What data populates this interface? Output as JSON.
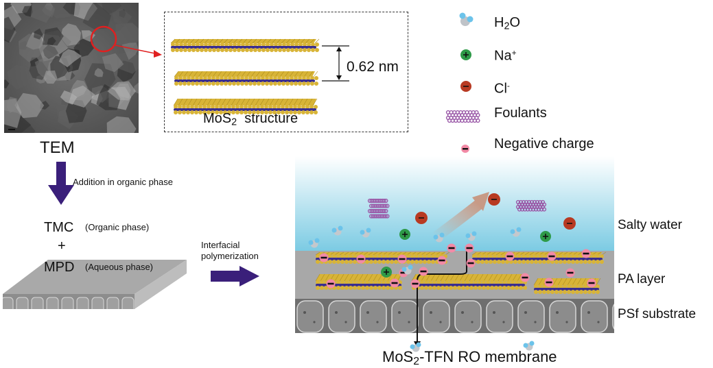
{
  "figure": {
    "tem": {
      "label": "TEM",
      "highlight_color": "#e02020"
    },
    "mos2_structure": {
      "caption_prefix": "MoS",
      "caption_sub": "2",
      "caption_suffix": "structure",
      "interlayer_spacing": "0.62 nm",
      "layer_count": 3,
      "sulfur_color": "#d8b437",
      "molybdenum_color": "#3b2f8f"
    },
    "legend": {
      "items": [
        {
          "icon": "water-molecule-icon",
          "label_main": "H",
          "label_sub": "2",
          "label_tail": "O",
          "label_sup": ""
        },
        {
          "icon": "sodium-ion-icon",
          "label_main": "Na",
          "label_sub": "",
          "label_tail": "",
          "label_sup": "+"
        },
        {
          "icon": "chloride-ion-icon",
          "label_main": "Cl",
          "label_sub": "",
          "label_tail": "",
          "label_sup": "-"
        },
        {
          "icon": "foulant-icon",
          "label_main": "Foulants",
          "label_sub": "",
          "label_tail": "",
          "label_sup": ""
        },
        {
          "icon": "negative-charge-icon",
          "label_main": "Negative charge",
          "label_sub": "",
          "label_tail": "",
          "label_sup": ""
        }
      ]
    },
    "process": {
      "step1": "Addition in organic phase",
      "tmc": "TMC",
      "tmc_note": "(Organic phase)",
      "plus": "+",
      "mpd": "MPD",
      "mpd_note": "(Aqueous phase)",
      "step2_line1": "Interfacial",
      "step2_line2": "polymerization",
      "arrow_color": "#3a1f7a"
    },
    "membrane": {
      "title_prefix": "MoS",
      "title_sub": "2",
      "title_suffix": "-TFN RO membrane",
      "layers": [
        {
          "label": "Salty water"
        },
        {
          "label": "PA layer"
        },
        {
          "label": "PSf substrate"
        }
      ],
      "colors": {
        "water_top": "#ffffff",
        "water_bottom": "#7ccbe3",
        "pa_layer": "#a8a8a8",
        "substrate": "#8a8a8a",
        "negative_charge": "#f28aa6",
        "sodium": "#2e9a48",
        "chloride": "#b83a22",
        "foulant": "#9b5aa8",
        "rejection_arrow": "#c79a86"
      }
    }
  }
}
